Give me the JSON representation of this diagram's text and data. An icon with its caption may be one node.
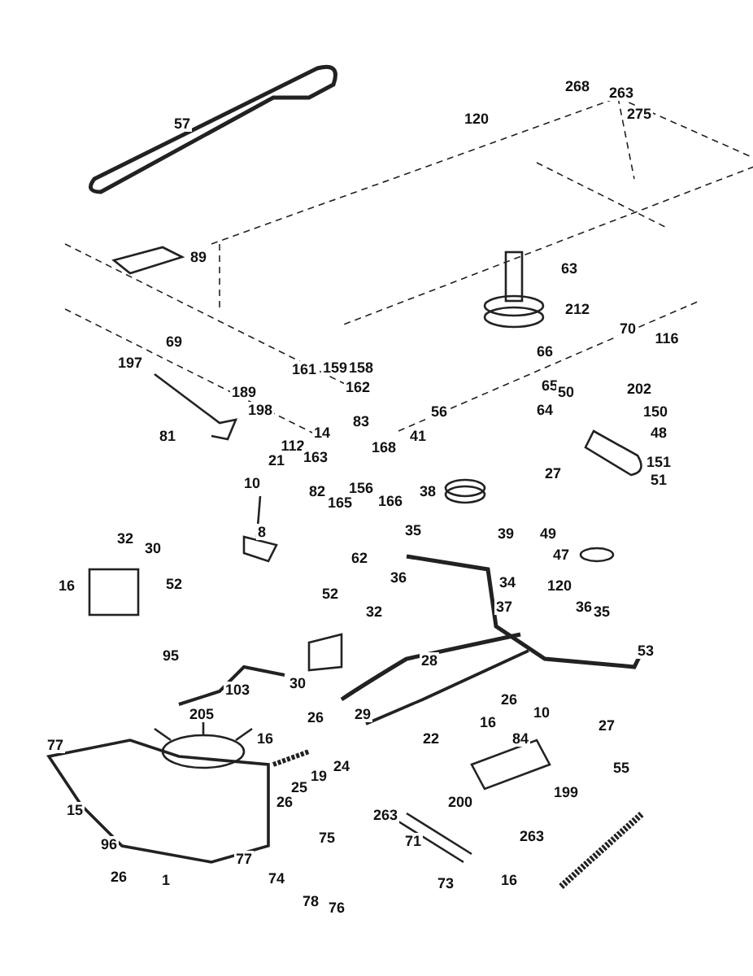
{
  "diagram": {
    "labels": [
      "268",
      "263",
      "275",
      "57",
      "120",
      "63",
      "89",
      "212",
      "70",
      "116",
      "69",
      "66",
      "197",
      "159",
      "158",
      "161",
      "189",
      "162",
      "65",
      "50",
      "202",
      "198",
      "56",
      "64",
      "150",
      "41",
      "112",
      "14",
      "83",
      "81",
      "168",
      "48",
      "163",
      "27",
      "151",
      "21",
      "166",
      "51",
      "82",
      "165",
      "156",
      "38",
      "10",
      "8",
      "32",
      "30",
      "35",
      "39",
      "62",
      "49",
      "47",
      "16",
      "52",
      "36",
      "34",
      "120",
      "37",
      "52",
      "32",
      "36",
      "35",
      "53",
      "95",
      "103",
      "30",
      "28",
      "205",
      "29",
      "26",
      "77",
      "16",
      "26",
      "10",
      "22",
      "16",
      "27",
      "84",
      "19",
      "24",
      "25",
      "55",
      "15",
      "26",
      "199",
      "263",
      "200",
      "263",
      "71",
      "96",
      "77",
      "75",
      "74",
      "16",
      "26",
      "73",
      "1",
      "78",
      "76"
    ]
  }
}
